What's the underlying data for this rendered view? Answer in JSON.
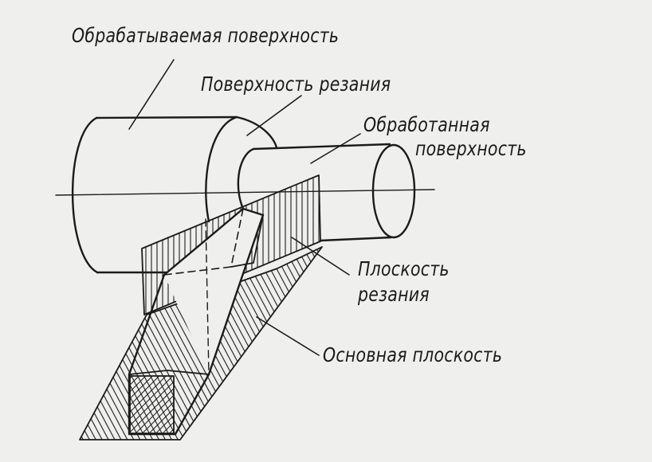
{
  "labels": {
    "workpiece_surface": "Обрабатываемая поверхность",
    "cutting_surface": "Поверхность резания",
    "machined_surface_line1": "Обработанная",
    "machined_surface_line2": "поверхность",
    "cutting_plane_line1": "Плоскость",
    "cutting_plane_line2": "резания",
    "base_plane": "Основная плоскость"
  },
  "colors": {
    "ink": "#1b1b1b",
    "paper": "#efefed"
  }
}
